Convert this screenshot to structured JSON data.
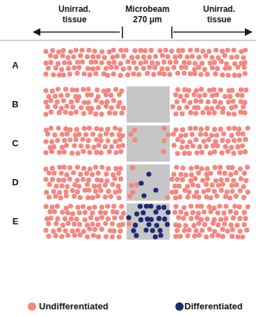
{
  "diagram": {
    "labels": [
      "Unirrad. tissue",
      "Microbeam 270 μm",
      "Unirrad. tissue",
      "A",
      "B",
      "C",
      "D",
      "E"
    ],
    "legend": [
      {
        "text": "Undifferentiated",
        "color": "#f4877f"
      },
      {
        "text": "Differentiated",
        "color": "#1c2a78"
      }
    ]
  }
}
